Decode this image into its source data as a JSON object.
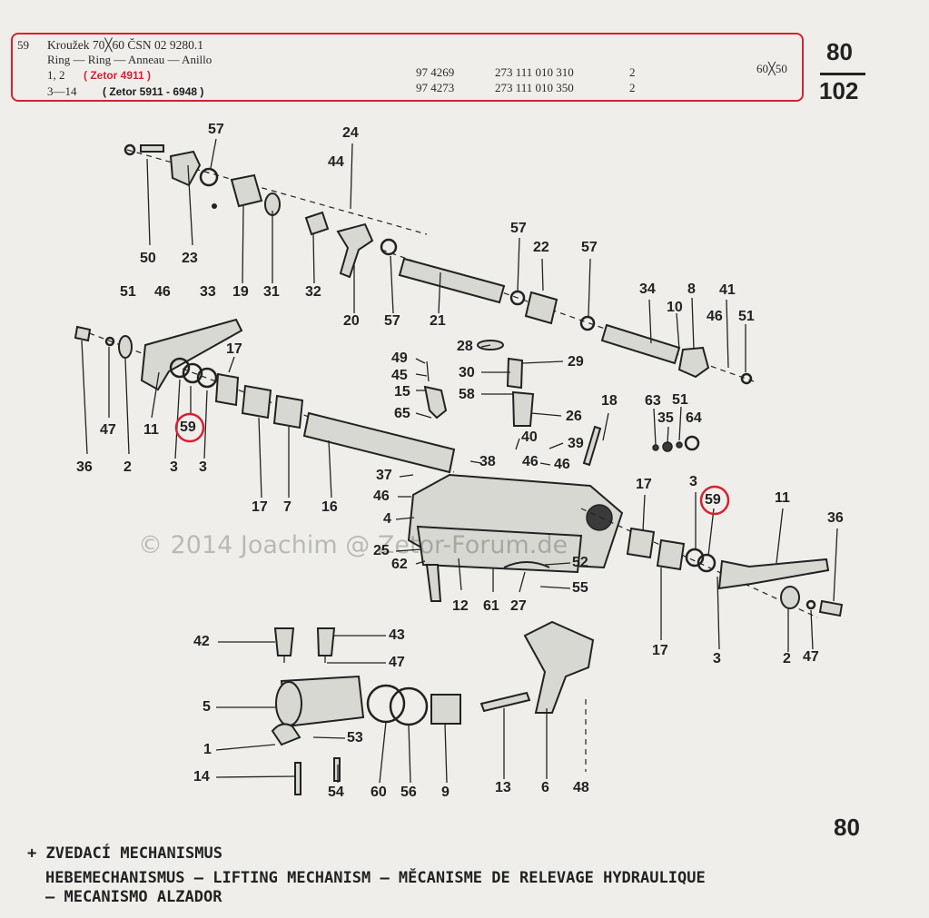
{
  "header": {
    "item_no": "59",
    "title_line": "Kroužek 70╳60 ČSN 02 9280.1",
    "names_line": "Ring — Ring — Anneau — Anillo",
    "row1_models": "1, 2",
    "row1_tag": "( Zetor 4911 )",
    "row1_code": "97 4269",
    "row1_partno": "273 111 010 310",
    "row1_qty": "2",
    "row2_models": "3—14",
    "row2_tag": "( Zetor 5911 - 6948 )",
    "row2_code": "97 4273",
    "row2_partno": "273 111 010 350",
    "row2_qty": "2",
    "dimension": "60╳50",
    "highlight_color": "#d42233"
  },
  "page": {
    "fraction_top": "80",
    "fraction_bottom": "102",
    "page_number": "80",
    "watermark": "© 2014 Joachim @ Zetor-Forum.de"
  },
  "footer": {
    "line1": "+ ZVEDACÍ MECHANISMUS",
    "line2": "HEBEMECHANISMUS — LIFTING MECHANISM — MĚCANISME DE RELEVAGE HYDRAULIQUE",
    "line3": "— MECANISMO ALZADOR"
  },
  "callouts": {
    "c57a": "57",
    "c24": "24",
    "c44": "44",
    "c50": "50",
    "c23": "23",
    "c51a": "51",
    "c46a": "46",
    "c33": "33",
    "c19": "19",
    "c31": "31",
    "c32": "32",
    "c20": "20",
    "c57b": "57",
    "c21": "21",
    "c57c": "57",
    "c22": "22",
    "c57d": "57",
    "c34": "34",
    "c8": "8",
    "c41": "41",
    "c10": "10",
    "c46b": "46",
    "c51b": "51",
    "c17a": "17",
    "c47a": "47",
    "c11a": "11",
    "c59a": "59",
    "c36a": "36",
    "c2a": "2",
    "c3a": "3",
    "c3b": "3",
    "c49": "49",
    "c45": "45",
    "c15": "15",
    "c65": "65",
    "c28": "28",
    "c29": "29",
    "c30": "30",
    "c58": "58",
    "c26": "26",
    "c18": "18",
    "c63": "63",
    "c51c": "51",
    "c35": "35",
    "c64": "64",
    "c40": "40",
    "c39": "39",
    "c46c": "46",
    "c46d": "46",
    "c38": "38",
    "c37": "37",
    "c46e": "46",
    "c4": "4",
    "c25": "25",
    "c62": "62",
    "c12": "12",
    "c61": "61",
    "c27": "27",
    "c52": "52",
    "c55": "55",
    "c17b": "17",
    "c7": "7",
    "c16": "16",
    "c17c": "17",
    "c3c": "3",
    "c59b": "59",
    "c11b": "11",
    "c36b": "36",
    "c17d": "17",
    "c3d": "3",
    "c2b": "2",
    "c47b": "47",
    "c42": "42",
    "c43": "43",
    "c47c": "47",
    "c5": "5",
    "c53": "53",
    "c1": "1",
    "c14": "14",
    "c54": "54",
    "c60": "60",
    "c56": "56",
    "c9": "9",
    "c13": "13",
    "c6": "6",
    "c48": "48"
  }
}
